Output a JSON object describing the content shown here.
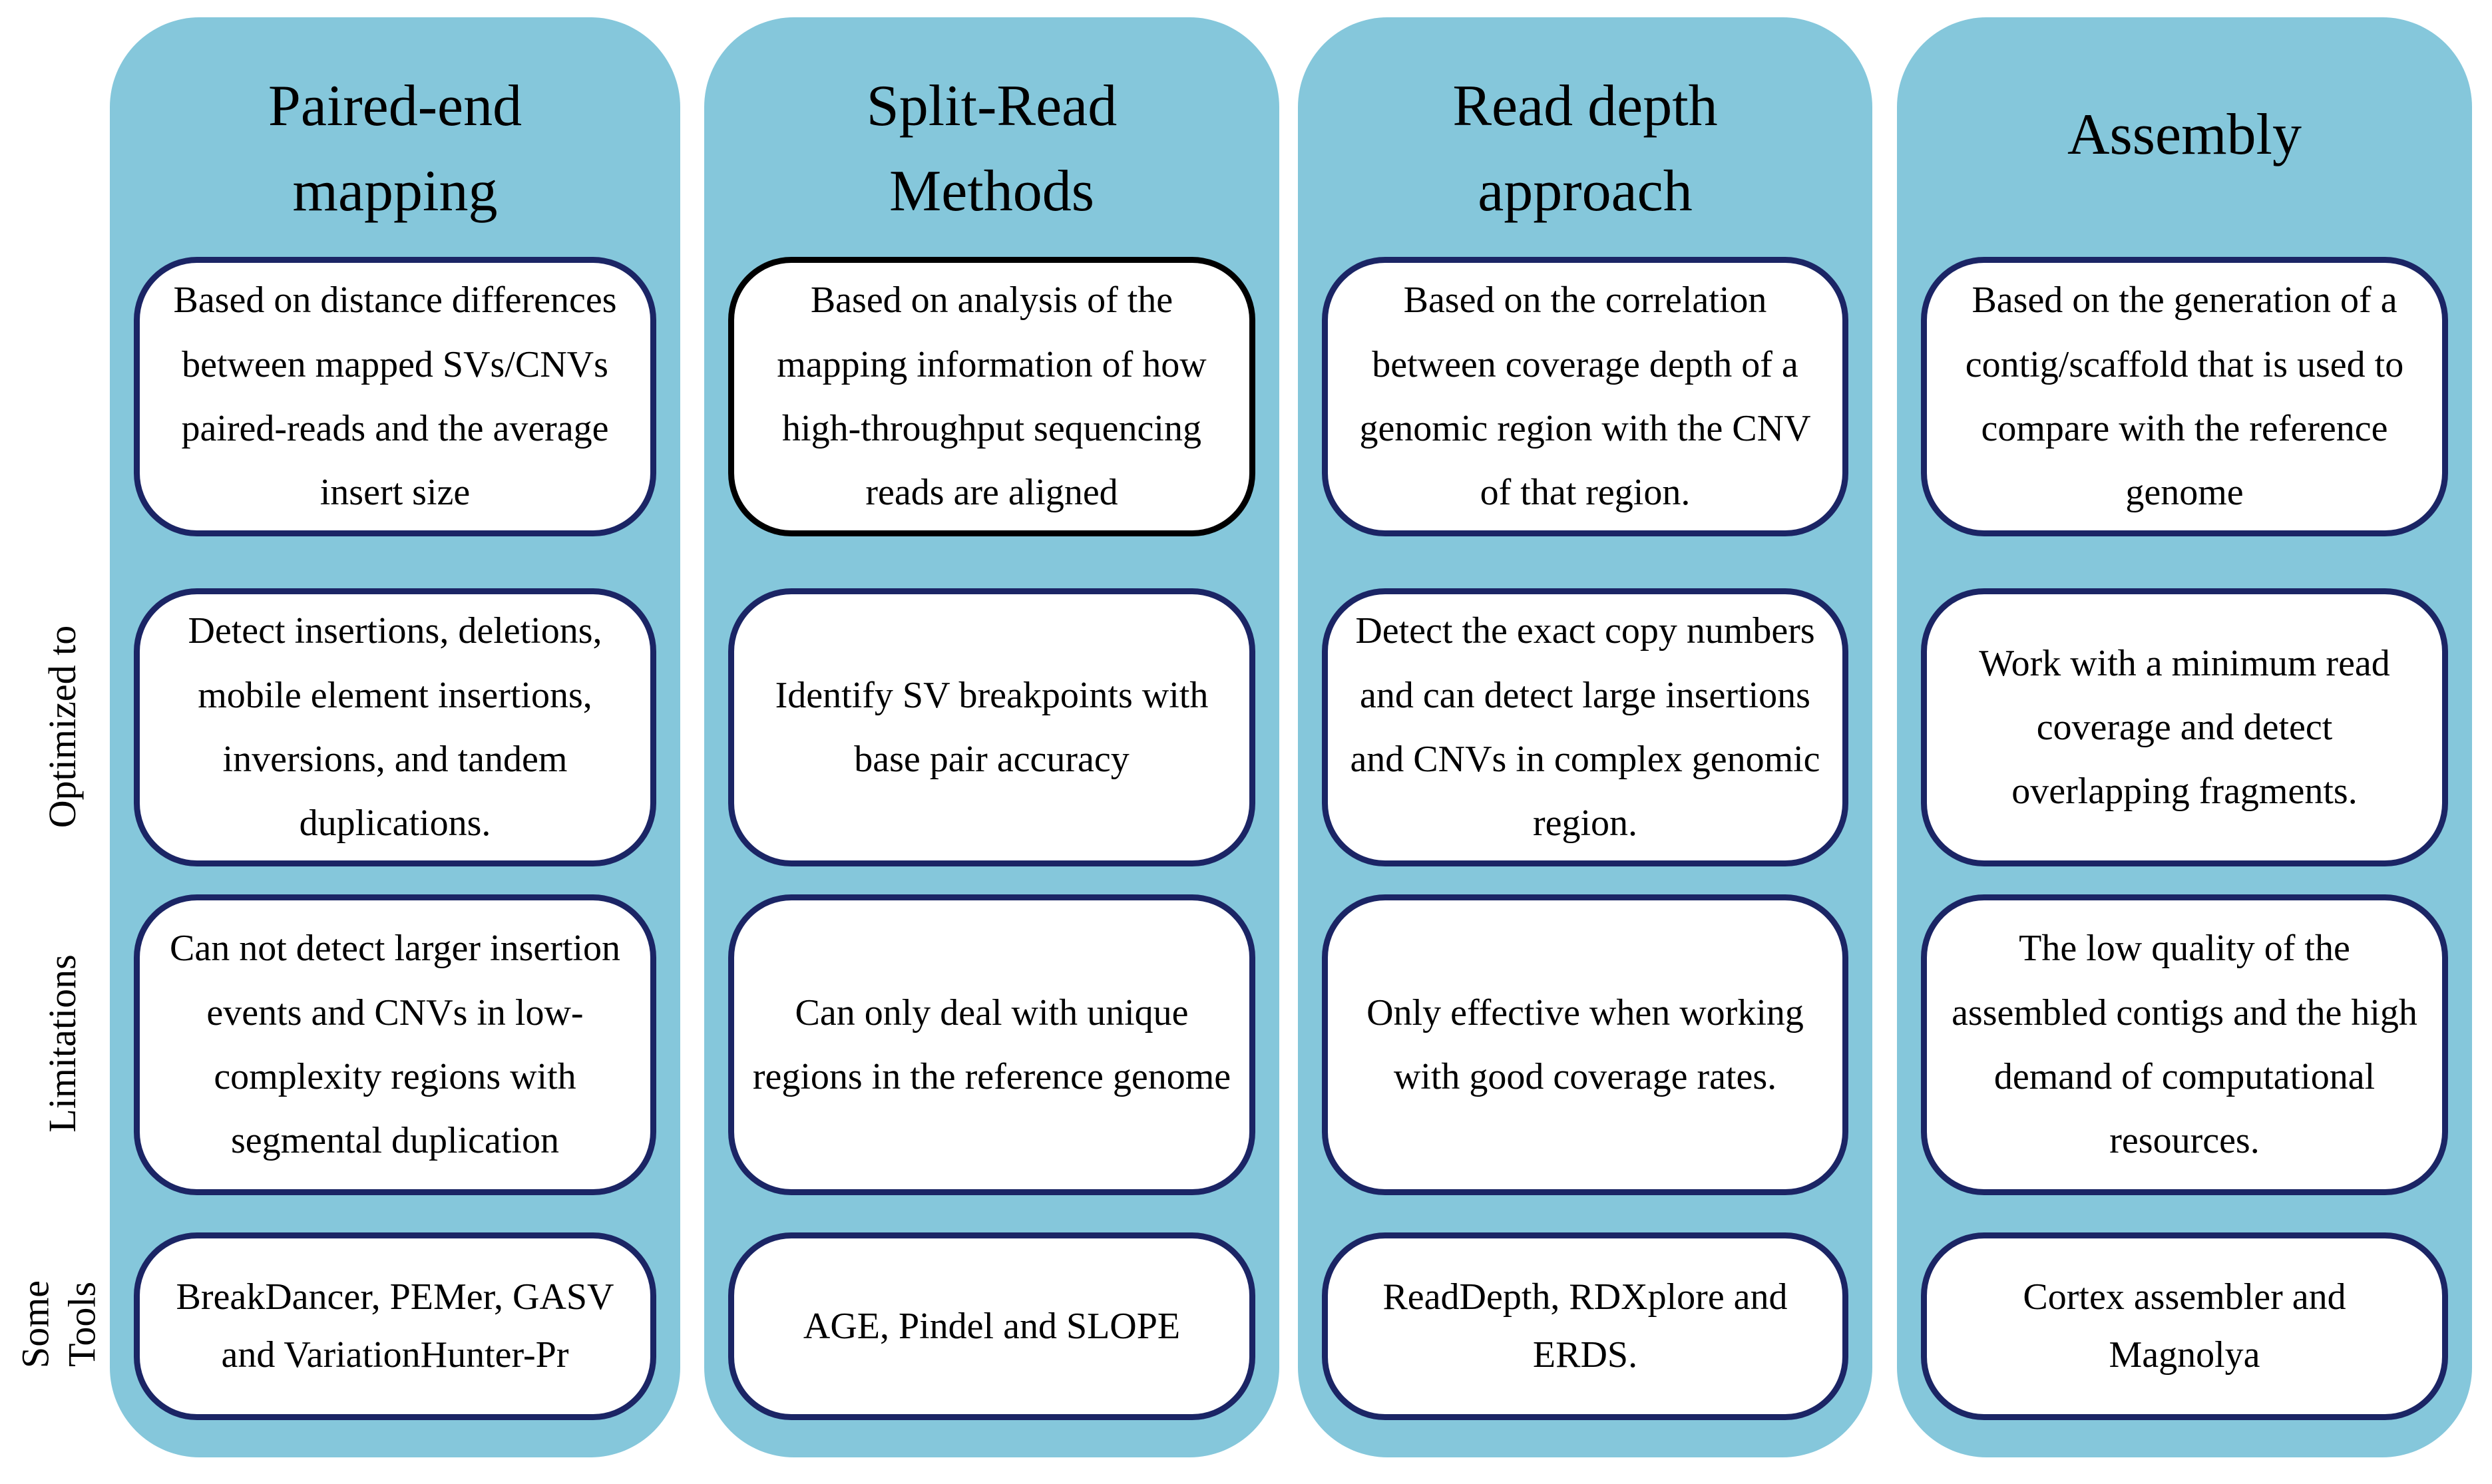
{
  "colors": {
    "column_bg": "#85c7db",
    "box_border": "#1b2565",
    "box_border_alt": "#000000",
    "box_bg": "#ffffff",
    "text": "#000000"
  },
  "row_labels": [
    {
      "label": "Optimized to"
    },
    {
      "label": "Limitations"
    },
    {
      "label": "Some\nTools"
    }
  ],
  "columns": [
    {
      "title": "Paired-end\nmapping",
      "description": "Based on distance differences between mapped SVs/CNVs paired-reads and the average insert size",
      "optimized_to": "Detect insertions, deletions, mobile element insertions, inversions, and tandem duplications.",
      "limitations": "Can not detect larger insertion events and CNVs in low-complexity regions with segmental duplication",
      "tools": "BreakDancer, PEMer, GASV and VariationHunter-Pr"
    },
    {
      "title": "Split-Read\nMethods",
      "description": "Based on analysis of the mapping information of how high-throughput sequencing reads are aligned",
      "optimized_to": "Identify SV breakpoints with base pair accuracy",
      "limitations": "Can only deal with unique regions in the reference genome",
      "tools": "AGE, Pindel and SLOPE"
    },
    {
      "title": "Read depth\napproach",
      "description": "Based on the correlation between coverage depth of a genomic region with the CNV of that region.",
      "optimized_to": "Detect the exact copy numbers and can detect large insertions and CNVs in complex genomic region.",
      "limitations": "Only effective when working with good coverage rates.",
      "tools": "ReadDepth, RDXplore and ERDS."
    },
    {
      "title": "Assembly",
      "description": "Based on the generation of a contig/scaffold that is used to compare with the reference genome",
      "optimized_to": "Work with a minimum read coverage and detect overlapping fragments.",
      "limitations": "The low quality of the assembled contigs and the high demand of computational resources.",
      "tools": "Cortex assembler and Magnolya"
    }
  ]
}
